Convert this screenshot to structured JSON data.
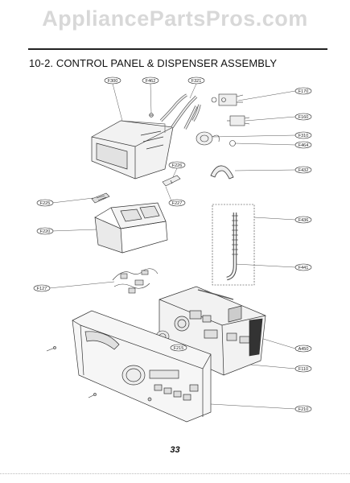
{
  "watermark": "AppliancePartsPros.com",
  "section_title": "10-2.  CONTROL PANEL & DISPENSER ASSEMBLY",
  "page_number": "33",
  "callouts": {
    "F300": "F300",
    "F462": "F462",
    "F321": "F321",
    "F170": "F170",
    "F160": "F160",
    "F310": "F310",
    "F464": "F464",
    "F432": "F432",
    "F226": "F226",
    "F225": "F225",
    "F227": "F227",
    "F220": "F220",
    "F436": "F436",
    "F441": "F441",
    "F127": "F127",
    "F215": "F215",
    "A450": "A450",
    "F110": "F110",
    "F210": "F210"
  }
}
